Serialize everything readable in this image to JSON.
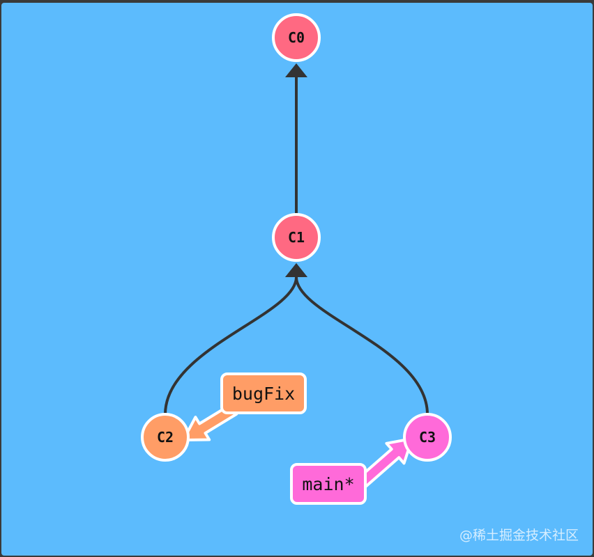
{
  "colors": {
    "background": "#5cbbfd",
    "frame": "#3a3a3a",
    "edge": "#333333",
    "commit_default": "#ff6982",
    "commit_bugfix": "#ff9d66",
    "commit_main": "#ff6ad9",
    "branch_bugfix": "#ff9d66",
    "branch_main": "#ff6ad9",
    "outline": "#ffffff",
    "text": "#111111"
  },
  "commits": [
    {
      "id": "C0",
      "label": "C0",
      "color_key": "commit_default"
    },
    {
      "id": "C1",
      "label": "C1",
      "color_key": "commit_default"
    },
    {
      "id": "C2",
      "label": "C2",
      "color_key": "commit_bugfix"
    },
    {
      "id": "C3",
      "label": "C3",
      "color_key": "commit_main"
    }
  ],
  "edges": [
    {
      "from": "C1",
      "to": "C0"
    },
    {
      "from": "C2",
      "to": "C1"
    },
    {
      "from": "C3",
      "to": "C1"
    }
  ],
  "branches": [
    {
      "id": "bugFix",
      "label": "bugFix",
      "target": "C2",
      "color_key": "branch_bugfix"
    },
    {
      "id": "main",
      "label": "main*",
      "target": "C3",
      "color_key": "branch_main"
    }
  ],
  "watermark": "@稀土掘金技术社区"
}
